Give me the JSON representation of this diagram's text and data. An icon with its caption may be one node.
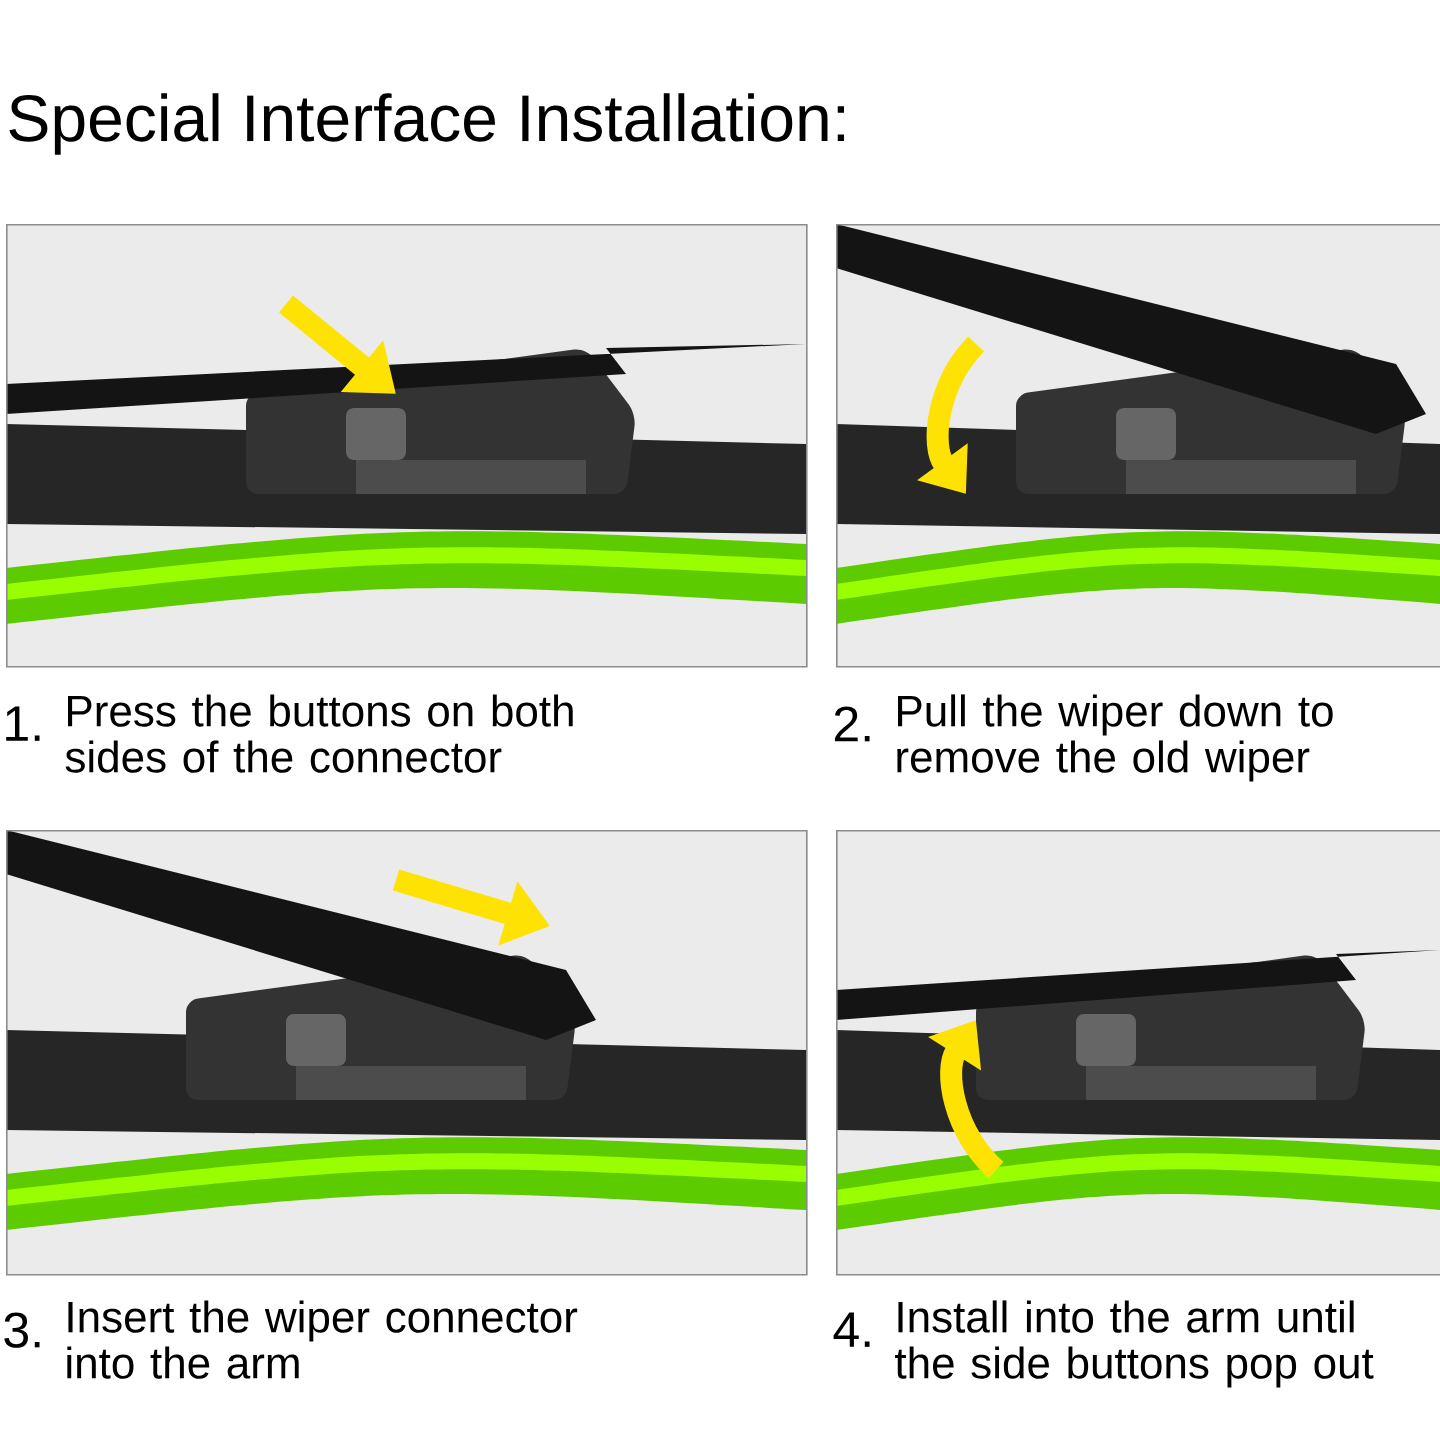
{
  "diagram": {
    "title": "Special Interface Installation:",
    "nodes": [
      {
        "text": [],
        "shape": "picture",
        "beside": [
          "1.",
          "Press the buttons on both sides of the connector"
        ]
      },
      {
        "text": [],
        "shape": "picture",
        "beside": [
          "2.",
          "Pull the wiper down to remove the old wiper"
        ]
      },
      {
        "text": [],
        "shape": "picture",
        "beside": [
          "3.",
          "Insert the wiper connector into the arm"
        ]
      },
      {
        "text": [],
        "shape": "picture",
        "beside": [
          "4.",
          "Install into the arm until the side buttons pop out"
        ]
      }
    ],
    "edges": []
  }
}
